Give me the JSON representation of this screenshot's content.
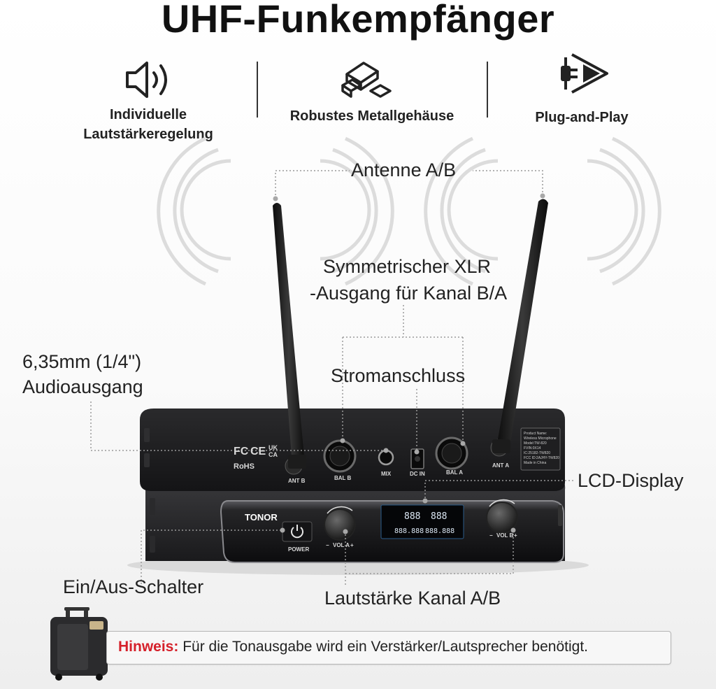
{
  "title": "UHF-Funkempfänger",
  "features": [
    {
      "icon": "speaker-volume-icon",
      "label_line1": "Individuelle",
      "label_line2": "Lautstärkeregelung"
    },
    {
      "icon": "metal-bars-icon",
      "label_line1": "Robustes Metallgehäuse"
    },
    {
      "icon": "plug-play-icon",
      "label_line1": "Plug-and-Play"
    }
  ],
  "callouts": {
    "antenna": "Antenne A/B",
    "xlr_line1": "Symmetrischer XLR",
    "xlr_line2": "-Ausgang für Kanal B/A",
    "audio_line1": "6,35mm (1/4\")",
    "audio_line2": "Audioausgang",
    "power_jack": "Stromanschluss",
    "lcd": "LCD-Display",
    "power_switch": "Ein/Aus-Schalter",
    "volume": "Lautstärke Kanal A/B"
  },
  "device": {
    "brand": "TONOR",
    "port_labels": {
      "ant_b": "ANT B",
      "bal_b": "BAL B",
      "mix": "MIX",
      "dc_in": "DC IN",
      "bal_a": "BAL A",
      "ant_a": "ANT A"
    },
    "front_labels": {
      "power": "POWER",
      "vol_a": "VOL A",
      "vol_b": "VOL B",
      "minus": "−",
      "plus": "+"
    },
    "lcd_digits_left": "888",
    "lcd_digits_right": "888",
    "lcd_freq_left": "888.888",
    "lcd_freq_right": "888.888",
    "cert_marks": {
      "fc": "FC",
      "ce": "CE",
      "ukca_top": "UK",
      "ukca_bottom": "CA",
      "rohs": "RoHS"
    },
    "info_plate": [
      "Product Name:",
      "Wireless Microphone",
      "Model:TW-820",
      "FVIN:0X14",
      "IC:25182-TW820",
      "FCC ID:2AJHY-TW820",
      "Made in China"
    ]
  },
  "note": {
    "label": "Hinweis:",
    "text": "Für die Tonausgabe wird ein Verstärker/Lautsprecher benötigt."
  },
  "colors": {
    "accent_red": "#d5202a",
    "device_body": "#1c1c1e",
    "front_panel": "#0e0e10",
    "lcd_blue": "#2c5c8a"
  }
}
